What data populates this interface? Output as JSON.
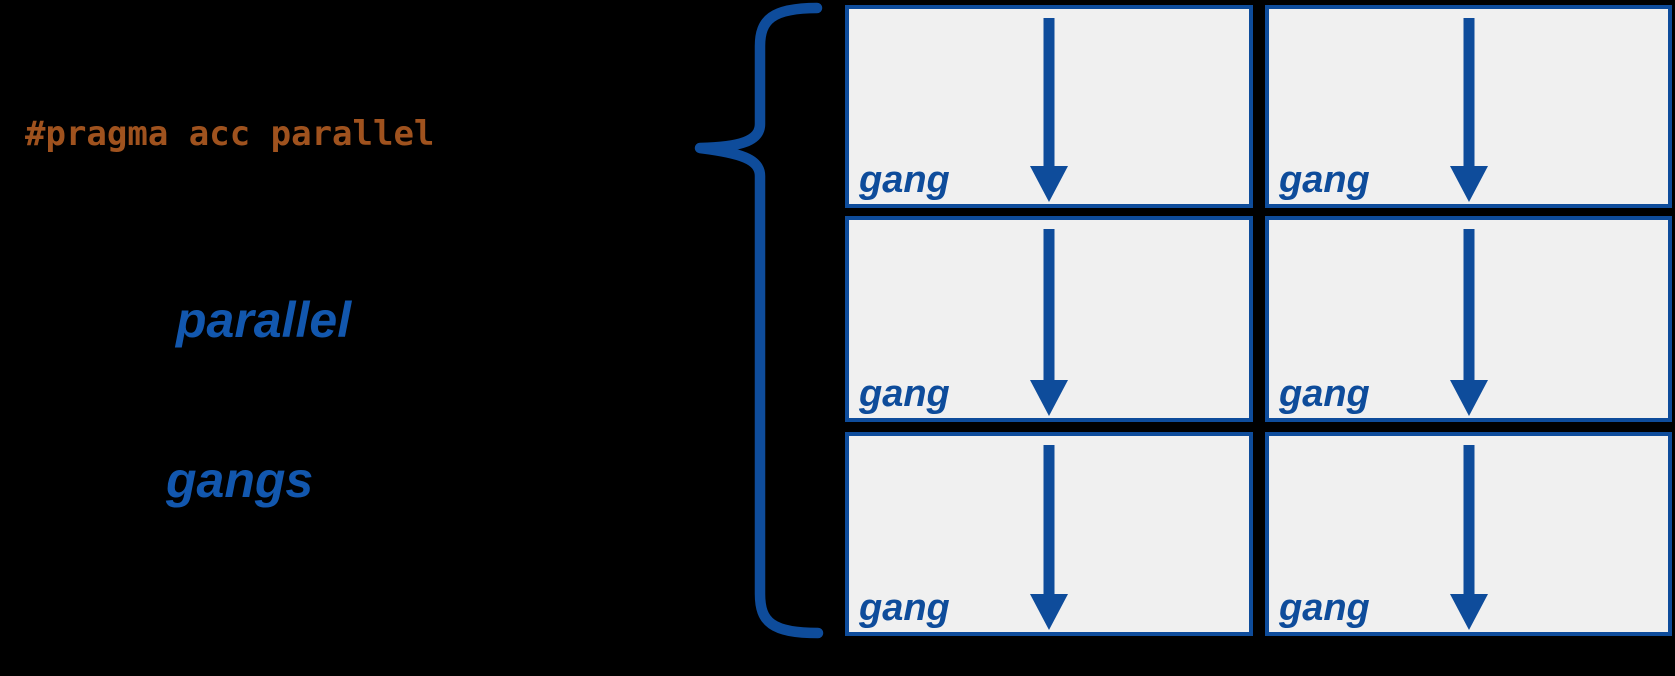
{
  "colors": {
    "background": "#000000",
    "code_orange": "#9F521E",
    "keyword_blue": "#1257AE",
    "diagram_blue": "#0E4C9B",
    "box_fill": "#F0F0F0"
  },
  "code": {
    "pragma_line": "#pragma acc parallel"
  },
  "keywords": {
    "parallel": "parallel",
    "gangs": "gangs"
  },
  "icons": {
    "brace": "left-curly-brace",
    "arrow": "down-arrow"
  },
  "grid": {
    "rows": 3,
    "columns": 2,
    "cell_count": 6,
    "gang_label": "gang"
  }
}
